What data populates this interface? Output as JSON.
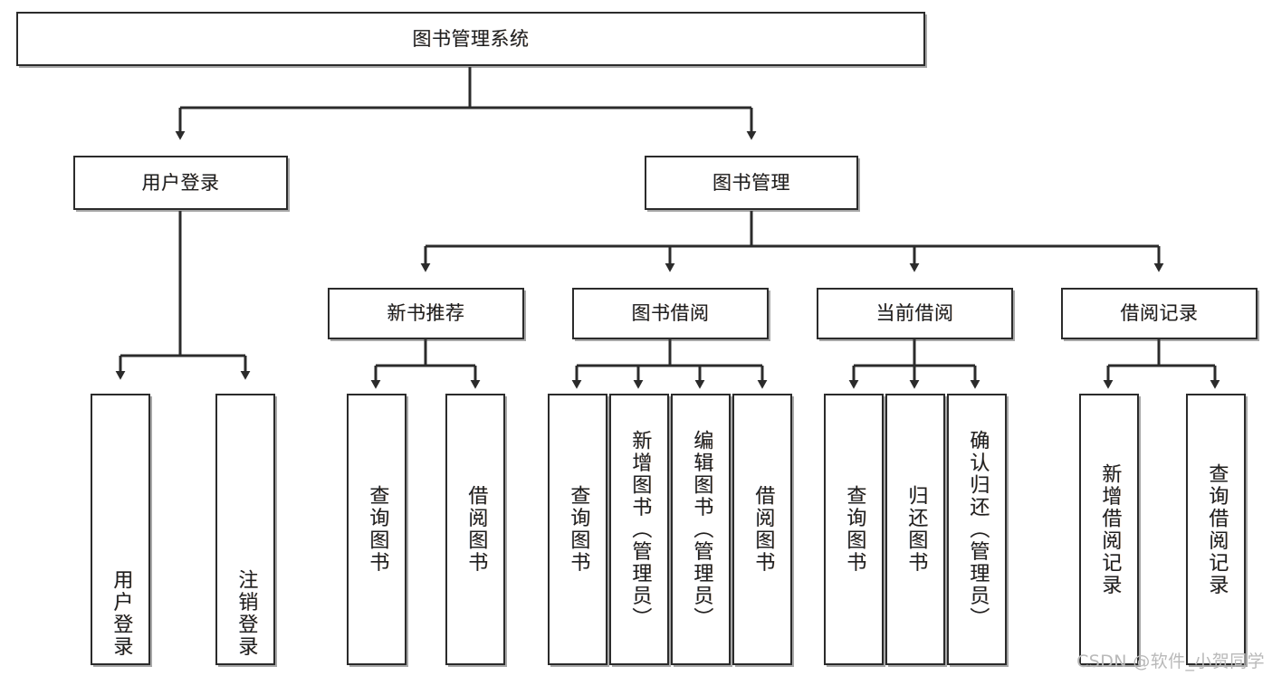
{
  "diagram": {
    "type": "tree",
    "title": "图书管理系统",
    "root": {
      "label": "图书管理系统"
    },
    "level1": [
      {
        "label": "用户登录"
      },
      {
        "label": "图书管理"
      }
    ],
    "level2": [
      {
        "label": "新书推荐"
      },
      {
        "label": "图书借阅"
      },
      {
        "label": "当前借阅"
      },
      {
        "label": "借阅记录"
      }
    ],
    "leaves": {
      "user_login": [
        {
          "label": "用户登录"
        },
        {
          "label": "注销登录"
        }
      ],
      "new_book_recommend": [
        {
          "label": "查询图书"
        },
        {
          "label": "借阅图书"
        }
      ],
      "book_borrow": [
        {
          "label": "查询图书"
        },
        {
          "label": "新增图书（管理员）"
        },
        {
          "label": "编辑图书（管理员）"
        },
        {
          "label": "借阅图书"
        }
      ],
      "current_borrow": [
        {
          "label": "查询图书"
        },
        {
          "label": "归还图书"
        },
        {
          "label": "确认归还（管理员）"
        }
      ],
      "borrow_record": [
        {
          "label": "新增借阅记录"
        },
        {
          "label": "查询借阅记录"
        }
      ]
    }
  },
  "watermark": {
    "text": "CSDN @软件_小贺同学"
  },
  "colors": {
    "node_border": "#2b2b2b",
    "node_fill": "#ffffff",
    "edge": "#2b2b2b",
    "text": "#1f1f1f",
    "watermark": "#b9b9b9"
  }
}
